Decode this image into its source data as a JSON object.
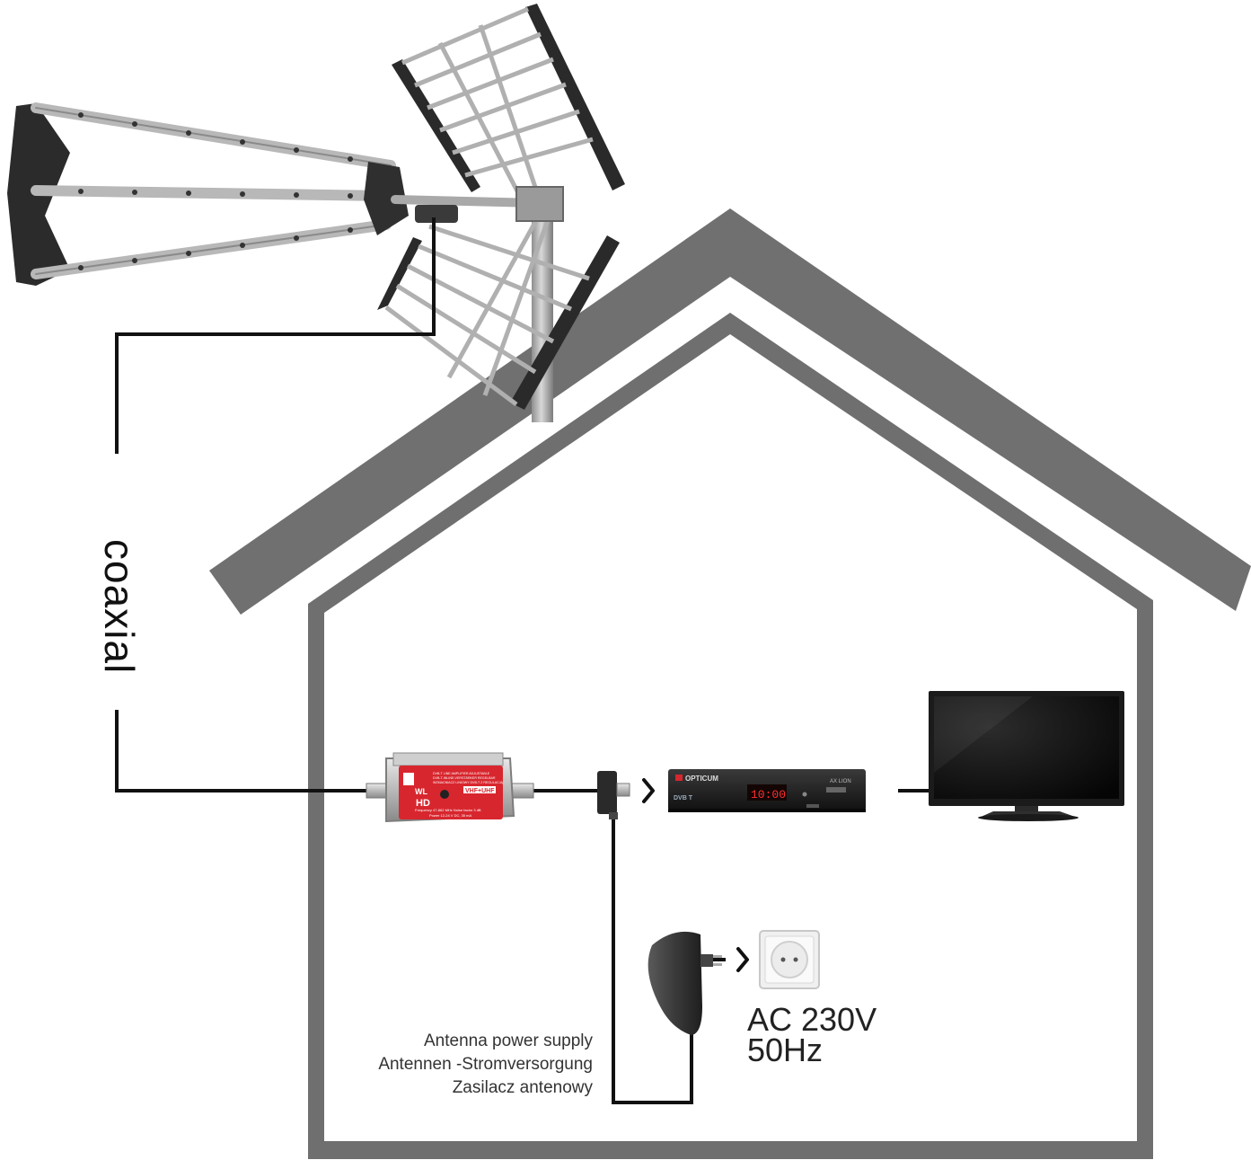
{
  "cable": {
    "label": "coaxial"
  },
  "power_supply": {
    "label_lines": [
      "Antenna power supply",
      "Antennen -Stromversorgung",
      "Zasilacz antenowy"
    ]
  },
  "mains": {
    "label_lines": [
      "AC 230V",
      "50Hz"
    ]
  },
  "amplifier": {
    "brand_badge": "WL",
    "hd_badge": "HD",
    "band": "VHF+UHF",
    "header_lines": [
      "DVB-T LINE AMPLIFIER ADJUSTABLE",
      "DVB-T-INLINE-VERSTÄRKER REGELBAR",
      "WZMACNIACZ LINIOWY DVB-T Z REGULACJĄ"
    ],
    "freq_text": "Frequency 47-862 MHz  Noise factor 3 dB",
    "power_text": "Power 12-24 V DC, 35 mA"
  },
  "set_top_box": {
    "brand": "OPTICUM",
    "model": "AX LION",
    "display": "10:00",
    "logo": "DVB T"
  },
  "colors": {
    "house": "#6f6f6f",
    "cable": "#111111",
    "amp_red": "#d8262e"
  }
}
